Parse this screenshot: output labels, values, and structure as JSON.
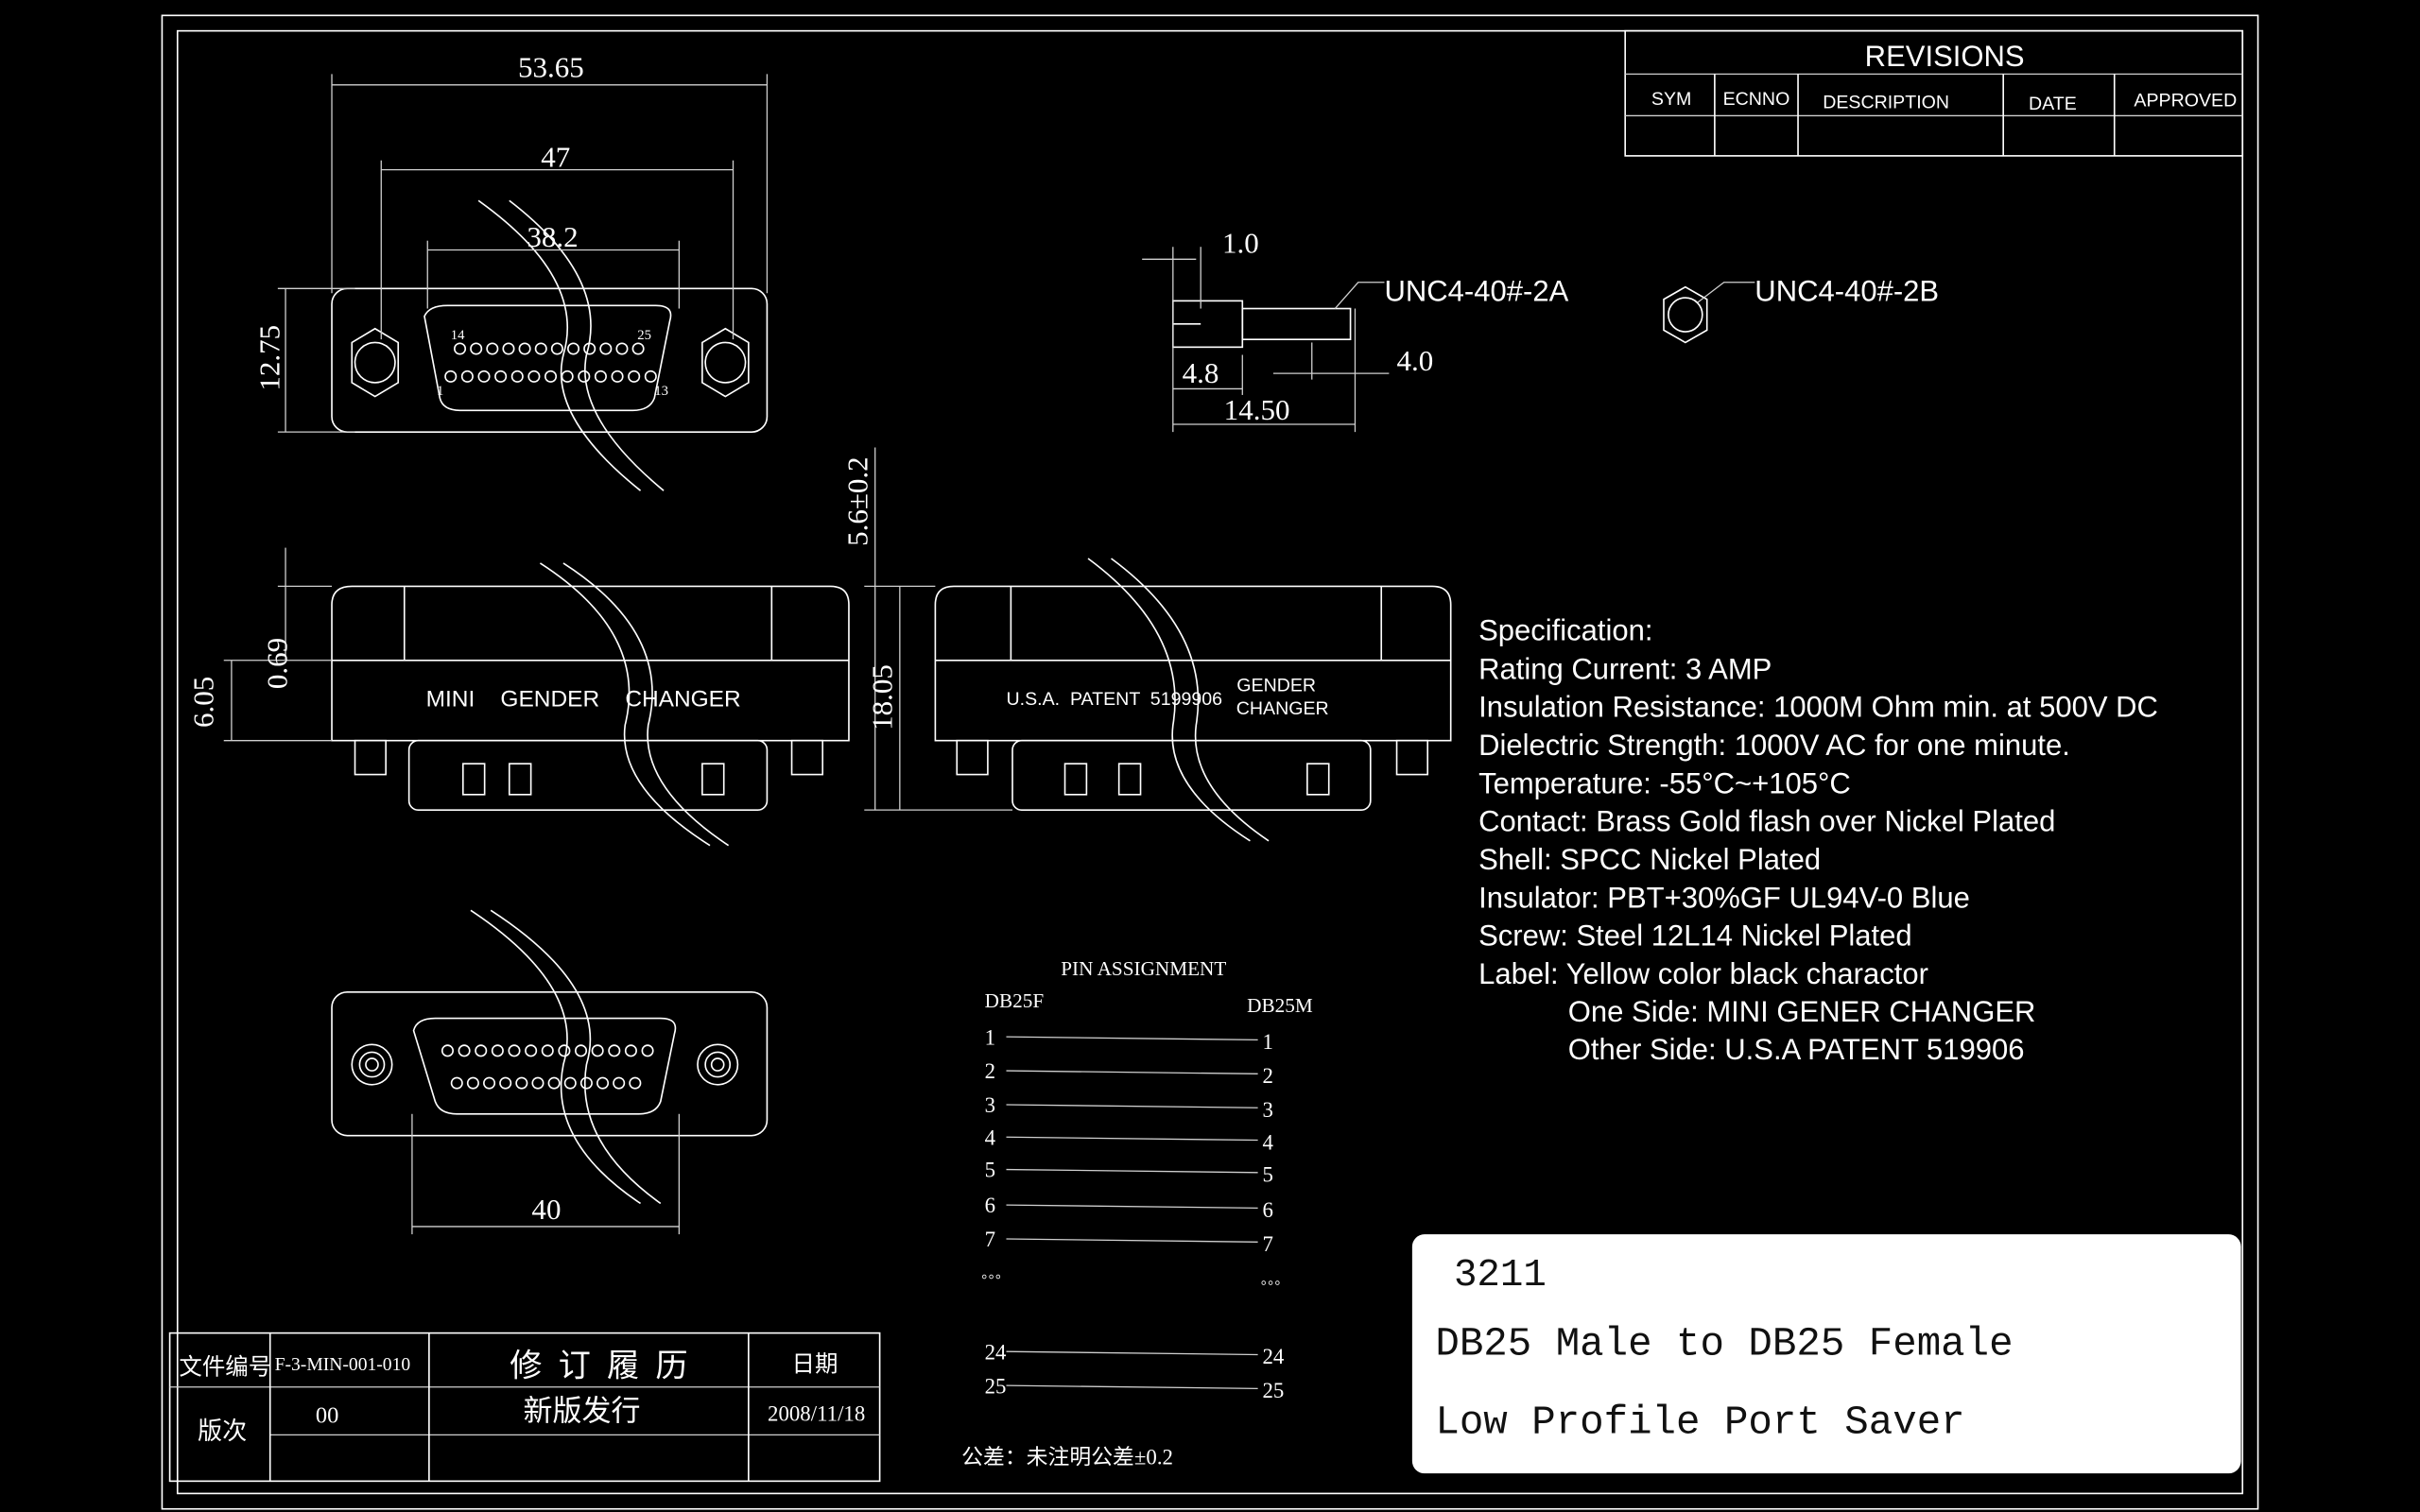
{
  "revisions": {
    "title": "REVISIONS",
    "headers": [
      "SYM",
      "ECNNO",
      "DESCRIPTION",
      "DATE",
      "APPROVED"
    ]
  },
  "dimensions": {
    "w1": "53.65",
    "w2": "47",
    "w3": "38.2",
    "h1": "12.75",
    "screw_len": "1.0",
    "screw_a": "4.8",
    "screw_b": "4.0",
    "screw_total": "14.50",
    "gap": "5.6±0.2",
    "h_side": "0.69",
    "h_total": "6.05",
    "h_overall": "18.05",
    "bottom_w": "40"
  },
  "screws": {
    "a": "UNC4-40#-2A",
    "b": "UNC4-40#-2B"
  },
  "pin_numbers": {
    "top_1": "1",
    "top_13": "13",
    "top_14": "14",
    "top_25": "25"
  },
  "side_labels": {
    "left": "MINI    GENDER    CHANGER",
    "right_patent": "U.S.A.  PATENT  5199906",
    "right_gender": "GENDER",
    "right_changer": "CHANGER"
  },
  "spec": {
    "title": "Specification:",
    "lines": [
      "Rating Current: 3 AMP",
      "Insulation Resistance: 1000M Ohm min. at 500V DC",
      "Dielectric Strength: 1000V AC for one minute.",
      "Temperature: -55°C~+105°C",
      "Contact: Brass Gold flash over Nickel Plated",
      "Shell: SPCC Nickel Plated",
      "Insulator: PBT+30%GF UL94V-0 Blue",
      "Screw: Steel  12L14 Nickel Plated",
      "Label: Yellow color black charactor"
    ],
    "sub": [
      "One Side: MINI GENER CHANGER",
      "Other Side: U.S.A PATENT 519906"
    ]
  },
  "pin_assignment": {
    "title": "PIN ASSIGNMENT",
    "left": "DB25F",
    "right": "DB25M",
    "pins": [
      "1",
      "2",
      "3",
      "4",
      "5",
      "6",
      "7",
      "24",
      "25"
    ],
    "ellipsis": "。。。"
  },
  "title_block": {
    "doc_no_label": "文件编号",
    "doc_no": "F-3-MIN-001-010",
    "history": "修  订  履  历",
    "date_label": "日期",
    "version_label": "版次",
    "version": "00",
    "change": "新版发行",
    "date": "2008/11/18"
  },
  "tolerance": "公差：未注明公差±0.2",
  "label": {
    "part_no": "3211",
    "line1": "DB25 Male to DB25 Female",
    "line2": "Low Profile Port Saver"
  }
}
